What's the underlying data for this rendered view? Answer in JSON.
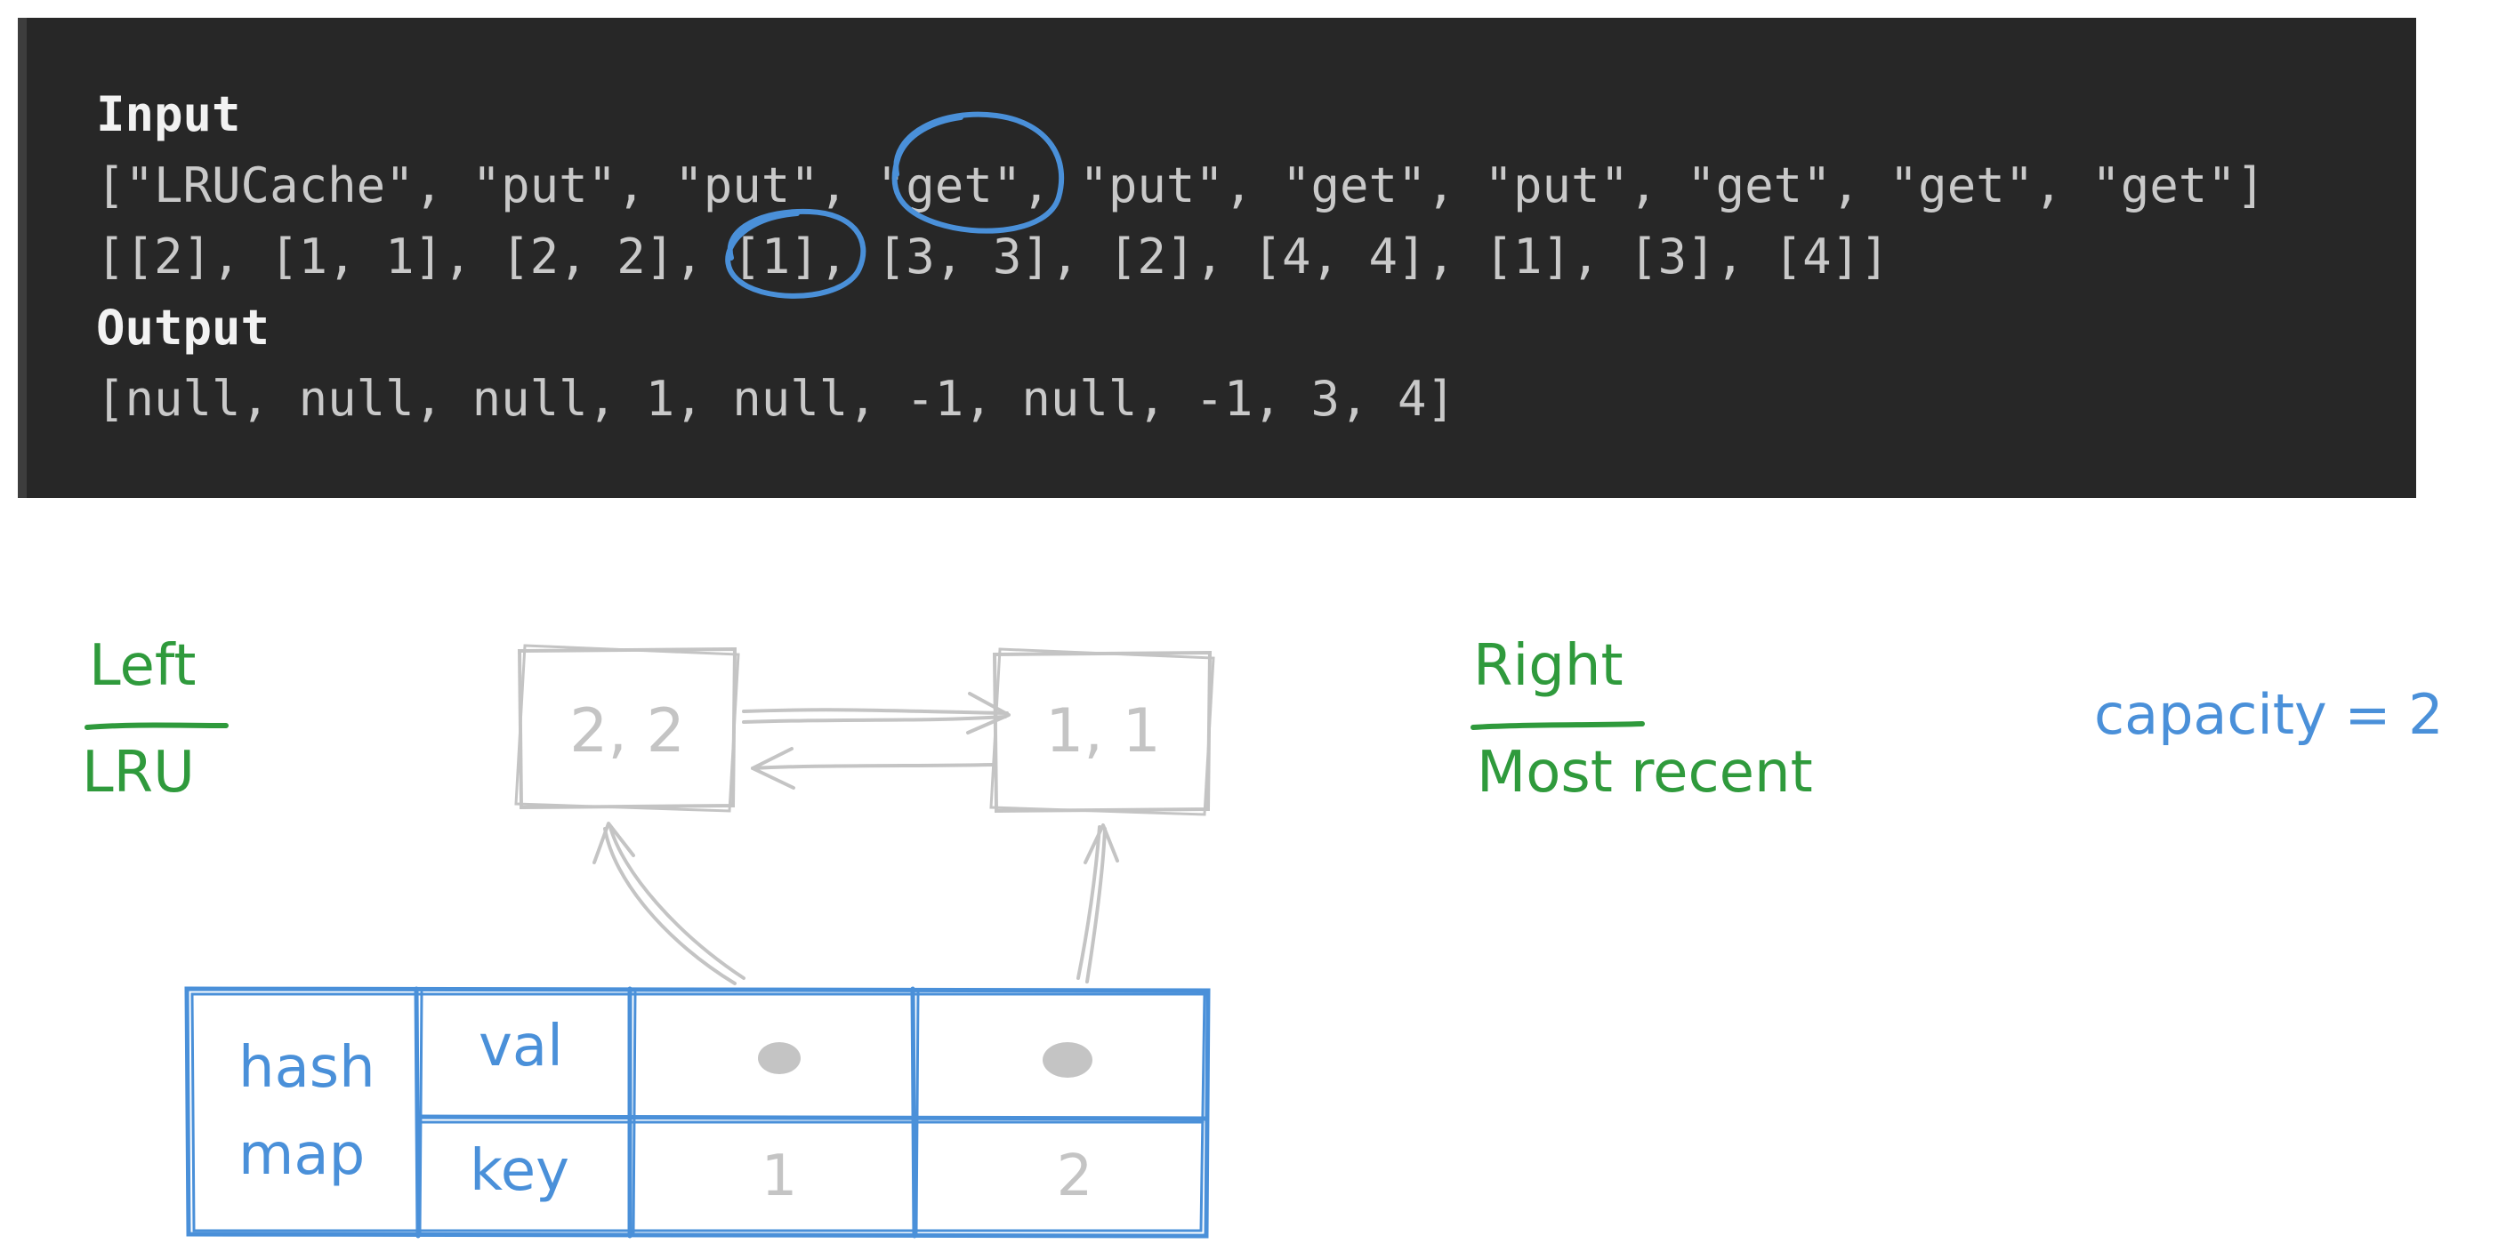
{
  "code_block": {
    "input_heading": "Input",
    "input_ops": "[\"LRUCache\", \"put\", \"put\", \"get\", \"put\", \"get\", \"put\", \"get\", \"get\", \"get\"]",
    "input_args": "[[2], [1, 1], [2, 2], [1], [3, 3], [2], [4, 4], [1], [3], [4]]",
    "output_heading": "Output",
    "output_values": "[null, null, null, 1, null, -1, null, -1, 3, 4]"
  },
  "diagram": {
    "left_label": "Left",
    "left_sublabel": "LRU",
    "right_label": "Right",
    "right_sublabel": "Most recent",
    "capacity_label": "capacity = 2",
    "nodes": [
      {
        "text": "2, 2"
      },
      {
        "text": "1, 1"
      }
    ],
    "hashmap": {
      "title_line1": "hash",
      "title_line2": "map",
      "val_header": "val",
      "key_header": "key",
      "keys": [
        "1",
        "2"
      ]
    }
  },
  "colors": {
    "code_background": "#272727",
    "code_text": "#c9c9c9",
    "highlight_circle": "#4a90d9",
    "label_green": "#2f9a3c",
    "diagram_blue": "#4a90d9",
    "node_gray": "#c4c4c4"
  }
}
